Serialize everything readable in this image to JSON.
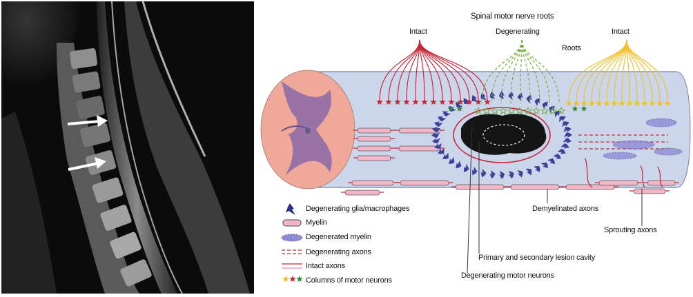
{
  "figure": {
    "left_panel": {
      "kind": "sagittal T2 MRI of cervical spine",
      "arrows": 2
    },
    "right_panel": {
      "title": "Spinal motor nerve roots",
      "root_labels": [
        "Intact",
        "Degenerating",
        "Intact"
      ],
      "roots_label": "Roots",
      "callouts": {
        "demyelinated": "Demyelinated axons",
        "sprouting": "Sprouting axons",
        "lesion_cavity": "Primary and secondary lesion cavity",
        "degenerating_motor_neurons": "Degenerating motor neurons"
      },
      "legend": [
        {
          "symbol": "glia-icon",
          "text": "Degenerating glia/macrophages"
        },
        {
          "symbol": "myelin-icon",
          "text": "Myelin"
        },
        {
          "symbol": "degenerated-myelin-icon",
          "text": "Degenerated myelin"
        },
        {
          "symbol": "degenerating-axon-icon",
          "text": "Degenerating axons"
        },
        {
          "symbol": "intact-axon-icon",
          "text": "Intact axons"
        },
        {
          "symbol": "motor-neuron-stars-icon",
          "text": "Columns of motor neurons"
        }
      ]
    },
    "colors": {
      "intact_root": "#c8283a",
      "degenerating_root": "#6fae3a",
      "intact_root_right": "#f0c030",
      "cord_fill": "#cdd6ea",
      "glia": "#3f3f9a",
      "myelin": "#f2b6c6"
    }
  }
}
